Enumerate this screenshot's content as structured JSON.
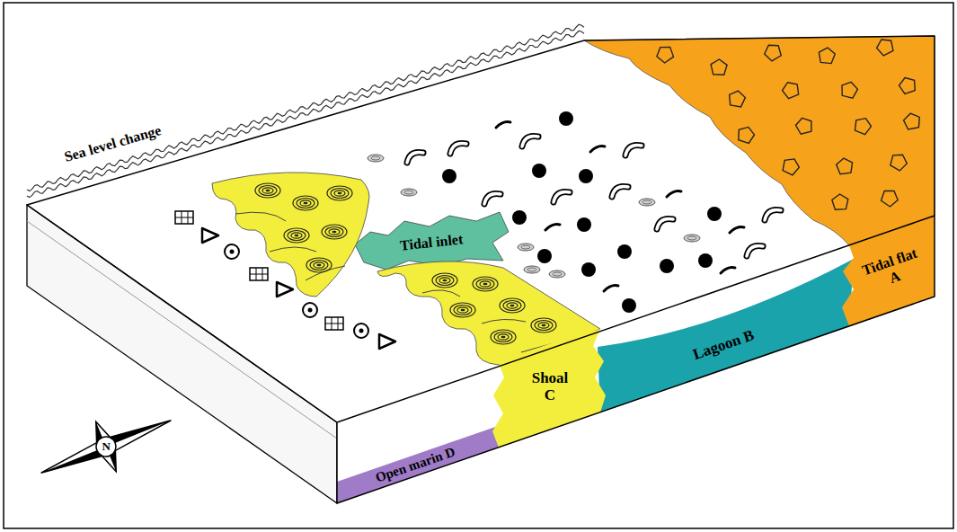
{
  "diagram": {
    "nodes": [
      {
        "text": [
          "Tidal flat A"
        ]
      },
      {
        "text": [
          "Lagoon B"
        ]
      },
      {
        "text": [
          "Shoal C"
        ]
      },
      {
        "text": [
          "Open marin D"
        ]
      },
      {
        "text": [
          "Tidal inlet"
        ]
      }
    ],
    "labels": [
      "Sea level change",
      "N"
    ]
  }
}
